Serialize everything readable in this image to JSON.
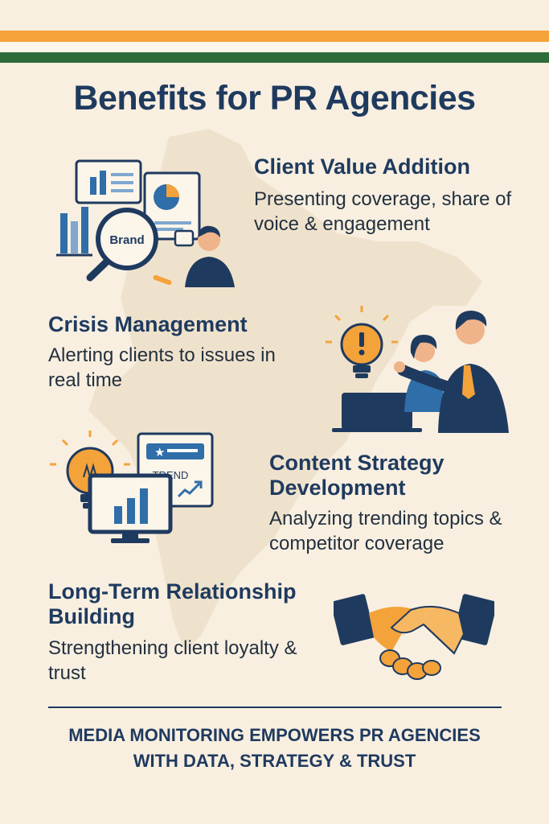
{
  "header": {
    "title": "Benefits for PR Agencies"
  },
  "benefits": [
    {
      "heading": "Client Value Addition",
      "description": "Presenting coverage, share of voice & engagement",
      "icon": "analytics-dashboard-icon",
      "illustration_text": "Brand"
    },
    {
      "heading": "Crisis Management",
      "description": "Alerting clients to issues in real time",
      "icon": "alert-bulb-icon"
    },
    {
      "heading": "Content Strategy Development",
      "description": "Analyzing trending topics & competitor coverage",
      "icon": "trend-monitor-icon",
      "illustration_text": "TREND"
    },
    {
      "heading": "Long-Term Relationship Building",
      "description": "Strengthening client loyalty & trust",
      "icon": "handshake-icon"
    }
  ],
  "footer": {
    "line1": "MEDIA MONITORING EMPOWERS PR AGENCIES",
    "line2": "WITH DATA, STRATEGY & TRUST"
  },
  "colors": {
    "background": "#f8efe0",
    "navy": "#1f3a5f",
    "saffron": "#f4a23a",
    "green": "#2e6b3a",
    "map": "#efe2cc"
  }
}
